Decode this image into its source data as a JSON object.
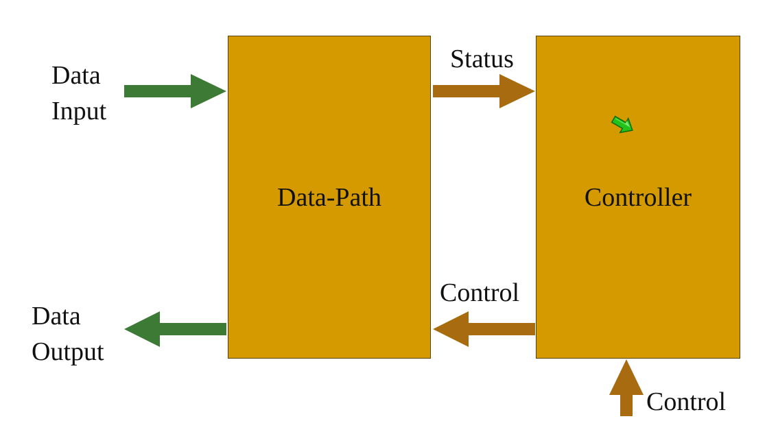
{
  "diagram": {
    "blocks": {
      "datapath": {
        "label": "Data-Path"
      },
      "controller": {
        "label": "Controller"
      }
    },
    "labels": {
      "data_input": [
        "Data",
        "Input"
      ],
      "data_output": [
        "Data",
        "Output"
      ],
      "status": "Status",
      "control_left": "Control",
      "control_bottom": "Control"
    },
    "colors": {
      "block_fill": "#d49a00",
      "io_arrow": "#3d7a36",
      "signal_arrow": "#a86b10",
      "pointer": "#22c21a"
    }
  }
}
